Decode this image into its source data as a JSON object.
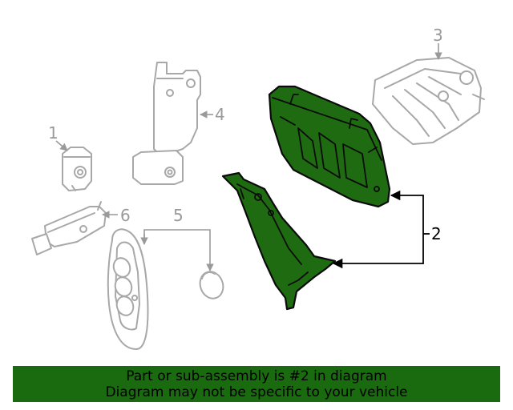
{
  "callouts": {
    "c1": "1",
    "c2": "2",
    "c3": "3",
    "c4": "4",
    "c5": "5",
    "c6": "6"
  },
  "banner": {
    "line1": "Part or sub-assembly is #2 in diagram",
    "line2": "Diagram may not be specific to your vehicle"
  },
  "colors": {
    "highlight": "#1f6b12",
    "banner": "#1a6b0f",
    "ghost": "#a8a8a8"
  }
}
